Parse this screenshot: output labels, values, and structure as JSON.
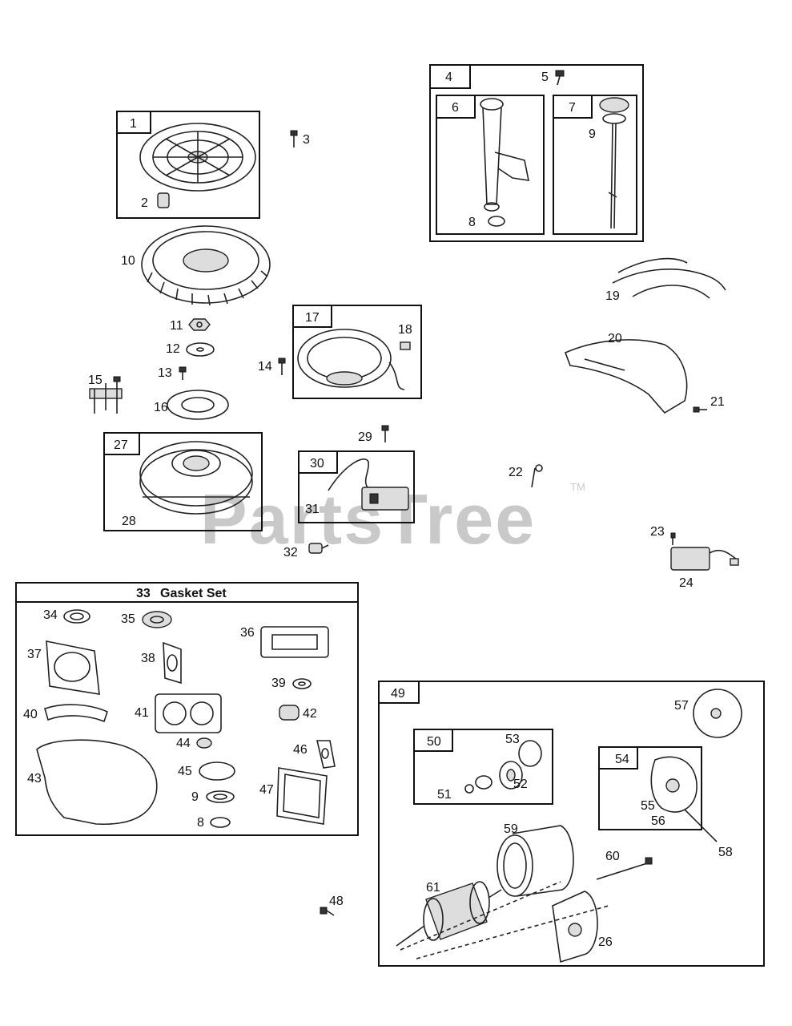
{
  "watermark": {
    "brand": "PartsTree",
    "trademark": "TM"
  },
  "gasket_set": {
    "number": "33",
    "title": "Gasket Set"
  },
  "callouts": {
    "c1": "1",
    "c2": "2",
    "c3": "3",
    "c4": "4",
    "c5": "5",
    "c6": "6",
    "c7": "7",
    "c8": "8",
    "c9": "9",
    "c10": "10",
    "c11": "11",
    "c12": "12",
    "c13": "13",
    "c14": "14",
    "c15": "15",
    "c16": "16",
    "c17": "17",
    "c18": "18",
    "c19": "19",
    "c20": "20",
    "c21": "21",
    "c22": "22",
    "c23": "23",
    "c24": "24",
    "c26": "26",
    "c27": "27",
    "c28": "28",
    "c29": "29",
    "c30": "30",
    "c31": "31",
    "c32": "32",
    "c34": "34",
    "c35": "35",
    "c36": "36",
    "c37": "37",
    "c38": "38",
    "c39": "39",
    "c40": "40",
    "c41": "41",
    "c42": "42",
    "c43": "43",
    "c44": "44",
    "c45": "45",
    "c46": "46",
    "c47": "47",
    "c48": "48",
    "c49": "49",
    "c50": "50",
    "c51": "51",
    "c52": "52",
    "c53": "53",
    "c54": "54",
    "c55": "55",
    "c56": "56",
    "c57": "57",
    "c58": "58",
    "c59": "59",
    "c60": "60",
    "c61": "61"
  }
}
